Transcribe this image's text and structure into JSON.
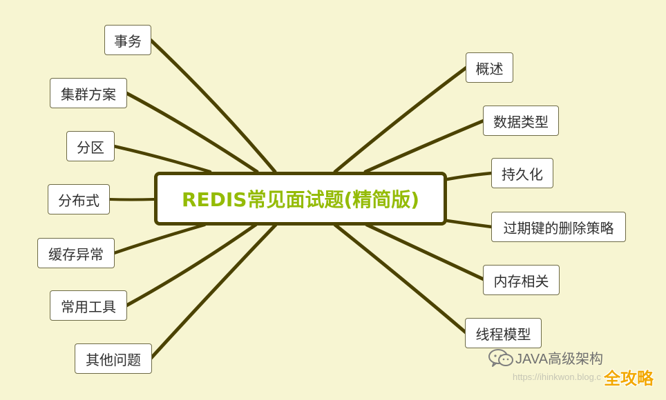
{
  "diagram": {
    "center": {
      "label": "REDIS常见面试题(精简版)"
    },
    "topics": [
      "事务",
      "集群方案",
      "分区",
      "分布式",
      "缓存异常",
      "常用工具",
      "其他问题",
      "概述",
      "数据类型",
      "持久化",
      "过期键的删除策略",
      "内存相关",
      "线程模型"
    ],
    "colors": {
      "background": "#f7f5d2",
      "branch": "#4b4200",
      "center_text": "#94bb06",
      "center_border": "#4d4500",
      "node_fill": "#ffffff",
      "node_text": "#2f2f2f"
    }
  },
  "watermark": {
    "title": "JAVA高级架构",
    "site": "https://ihinkwon.blog.c",
    "badge": "全攻略",
    "icon": "wechat-icon"
  }
}
